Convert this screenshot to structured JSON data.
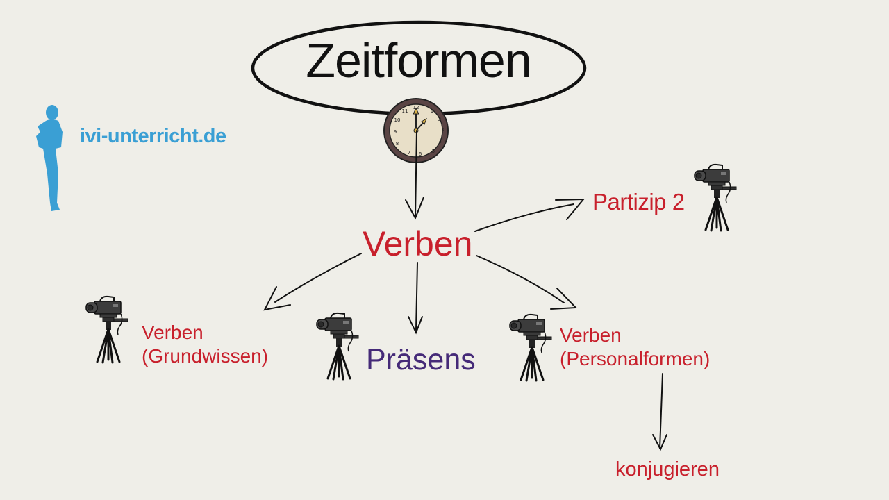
{
  "title": "Zeitformen",
  "brand": {
    "label": "ivi-unterricht.de",
    "icon": "person-silhouette-icon",
    "color": "#3a9fd4"
  },
  "clock": {
    "icon": "clock-icon",
    "numbers": [
      "12",
      "1",
      "2",
      "3",
      "4",
      "5",
      "6",
      "7",
      "8",
      "9",
      "10",
      "11"
    ]
  },
  "nodes": {
    "center": {
      "label": "Verben",
      "color": "#c8202c"
    },
    "partizip": {
      "label": "Partizip 2",
      "color": "#c8202c",
      "icon": "video-camera-icon"
    },
    "grundwissen": {
      "line1": "Verben",
      "line2": "(Grundwissen)",
      "color": "#c8202c",
      "icon": "video-camera-icon"
    },
    "praesens": {
      "label": "Präsens",
      "color": "#452a78",
      "icon": "video-camera-icon"
    },
    "personalformen": {
      "line1": "Verben",
      "line2": "(Personalformen)",
      "color": "#c8202c",
      "icon": "video-camera-icon"
    },
    "konjugieren": {
      "label": "konjugieren",
      "color": "#c8202c"
    }
  },
  "colors": {
    "background": "#efeee8",
    "ink": "#111111",
    "clock_rim": "#5a4444",
    "clock_face": "#e8dfc8"
  }
}
